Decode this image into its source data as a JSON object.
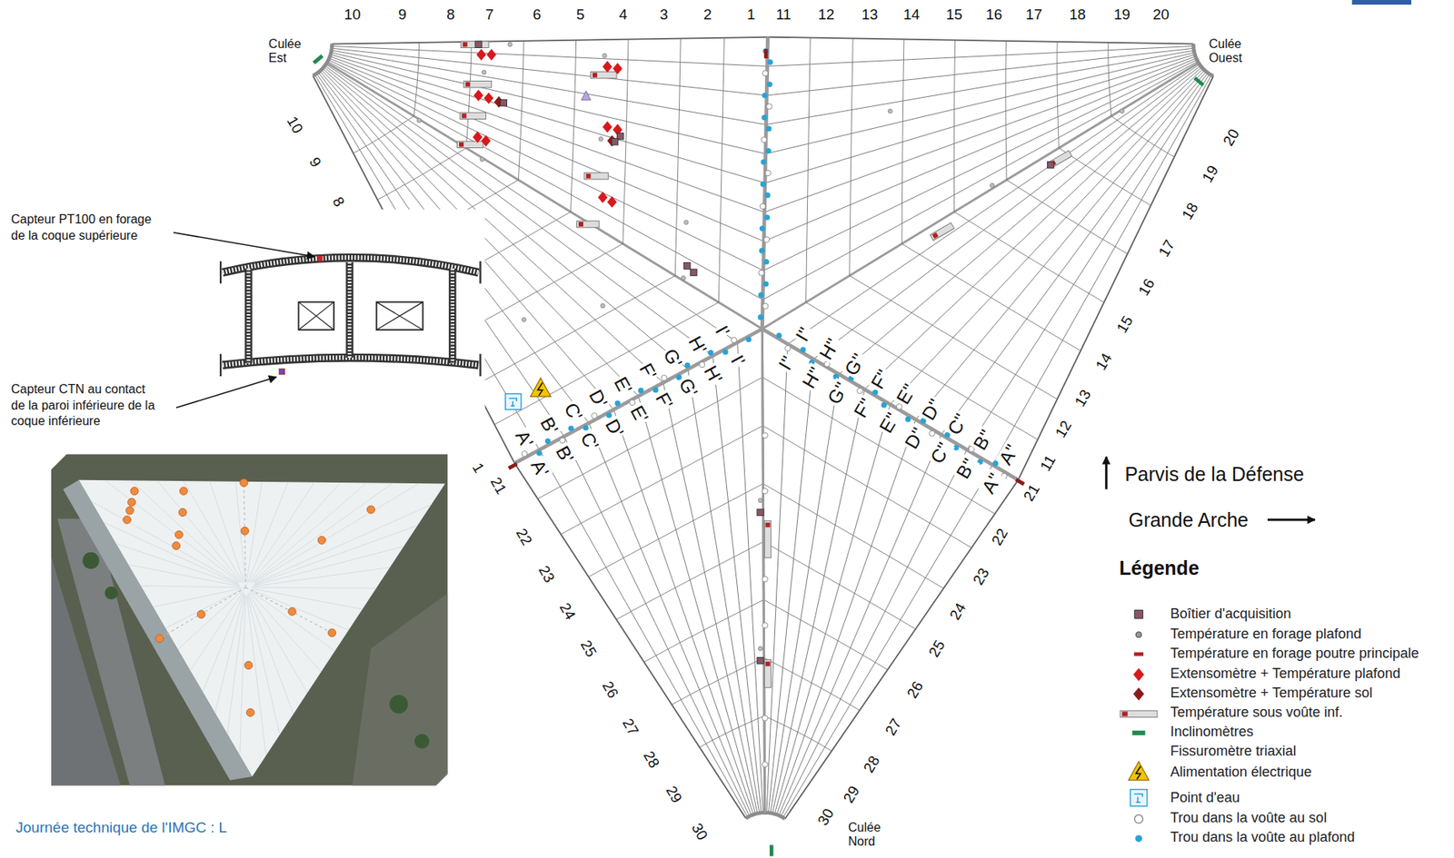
{
  "diagram": {
    "labels": [
      "10",
      "9",
      "8",
      "7",
      "6",
      "5",
      "4",
      "3",
      "2",
      "1",
      "11",
      "12",
      "13",
      "14",
      "15",
      "16",
      "17",
      "18",
      "19",
      "20",
      "10",
      "9",
      "8",
      "20",
      "19",
      "18",
      "17",
      "16",
      "15",
      "14",
      "13",
      "12",
      "11",
      "21",
      "22",
      "23",
      "24",
      "25",
      "26",
      "27",
      "28",
      "29",
      "30",
      "1",
      "21",
      "22",
      "23",
      "24",
      "25",
      "26",
      "27",
      "28",
      "29",
      "30",
      "Culée Est",
      "Culée Ouest",
      "Culée Nord",
      "A'",
      "A'",
      "B'",
      "B'",
      "C'",
      "C'",
      "D'",
      "D'",
      "E'",
      "E'",
      "F'",
      "F'",
      "G'",
      "G'",
      "H'",
      "H'",
      "I'",
      "I'",
      "A''",
      "A''",
      "B''",
      "B''",
      "C''",
      "C''",
      "D''",
      "D''",
      "E''",
      "E''",
      "F''",
      "F''",
      "G''",
      "G''",
      "H''",
      "H''",
      "I''",
      "I''",
      "Capteur PT100 en forage de la coque supérieure",
      "Capteur CTN au contact de la paroi inférieure de la coque inférieure",
      "Journée technique de l'IMGC : L",
      "Parvis de la Défense",
      "Grande Arche",
      "Légende"
    ],
    "legend": [
      {
        "text": "Boîtier d'acquisition",
        "color": "#8a5568"
      },
      {
        "text": "Température en forage plafond",
        "color": "#9a9a9a"
      },
      {
        "text": "Température en forage poutre principale",
        "color": "#b22222"
      },
      {
        "text": "Extensomètre + Température plafond",
        "color": "#d7191c"
      },
      {
        "text": "Extensomètre + Température sol",
        "color": "#8b1a1a"
      },
      {
        "text": "Température sous voûte inf."
      },
      {
        "text": "Inclinomètres",
        "color": "#1f8a4c"
      },
      {
        "text": "Fissuromètre triaxial"
      },
      {
        "text": "Alimentation électrique"
      },
      {
        "text": "Point d'eau"
      },
      {
        "text": "Trou dans la voûte au sol"
      },
      {
        "text": "Trou dans la voûte au plafond",
        "color": "#29a3d6"
      }
    ]
  }
}
